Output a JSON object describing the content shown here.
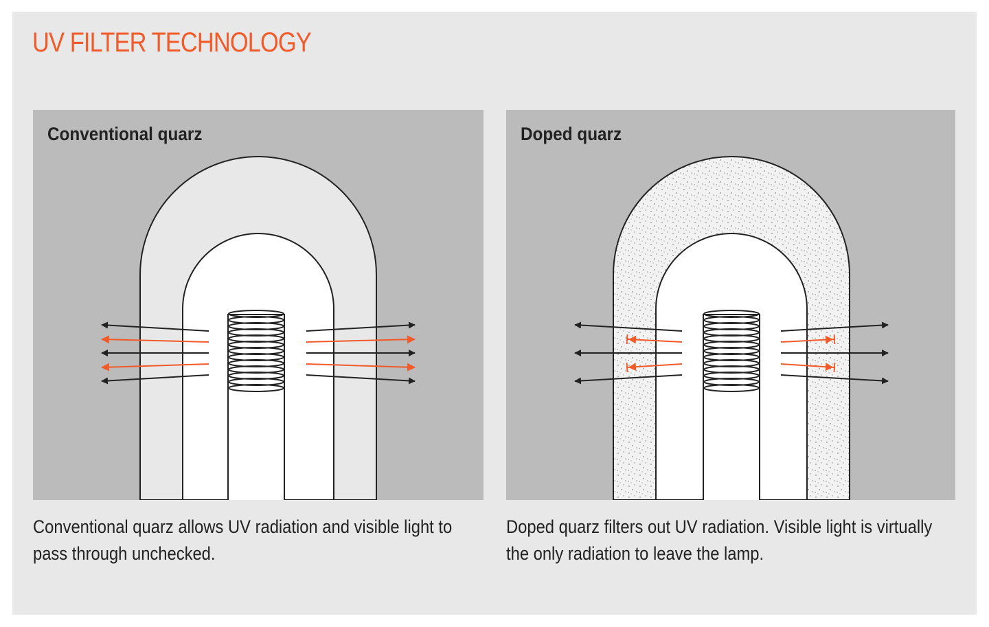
{
  "title": "UV FILTER TECHNOLOGY",
  "colors": {
    "accent": "#f15a29",
    "background": "#e8e8e8",
    "panel": "#bbbbbb",
    "quartz": "#e8e8e8",
    "text": "#222222"
  },
  "panels": [
    {
      "label": "Conventional quarz",
      "caption": "Conventional quarz allows UV radiation and visible light to pass through unchecked."
    },
    {
      "label": "Doped quarz",
      "caption": "Doped quarz filters out UV radiation. Visible light is virtually the only radiation to leave the lamp."
    }
  ]
}
